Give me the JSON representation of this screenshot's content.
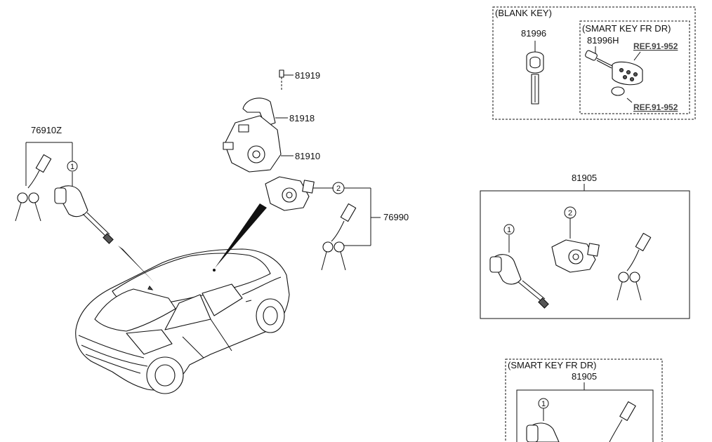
{
  "labels": {
    "p76910z": "76910Z",
    "p81919": "81919",
    "p81918": "81918",
    "p81910": "81910",
    "p76990": "76990",
    "p81905_a": "81905",
    "p81905_b": "81905",
    "p81996": "81996",
    "p81996h": "81996H"
  },
  "callouts": {
    "one": "1",
    "two": "2"
  },
  "boxes": {
    "blank_key": "(BLANK KEY)",
    "smart_key_inner": "(SMART KEY FR DR)",
    "smart_key_lower": "(SMART KEY FR DR)"
  },
  "refs": {
    "ref_a": "REF.91-952",
    "ref_b": "REF.91-952"
  }
}
